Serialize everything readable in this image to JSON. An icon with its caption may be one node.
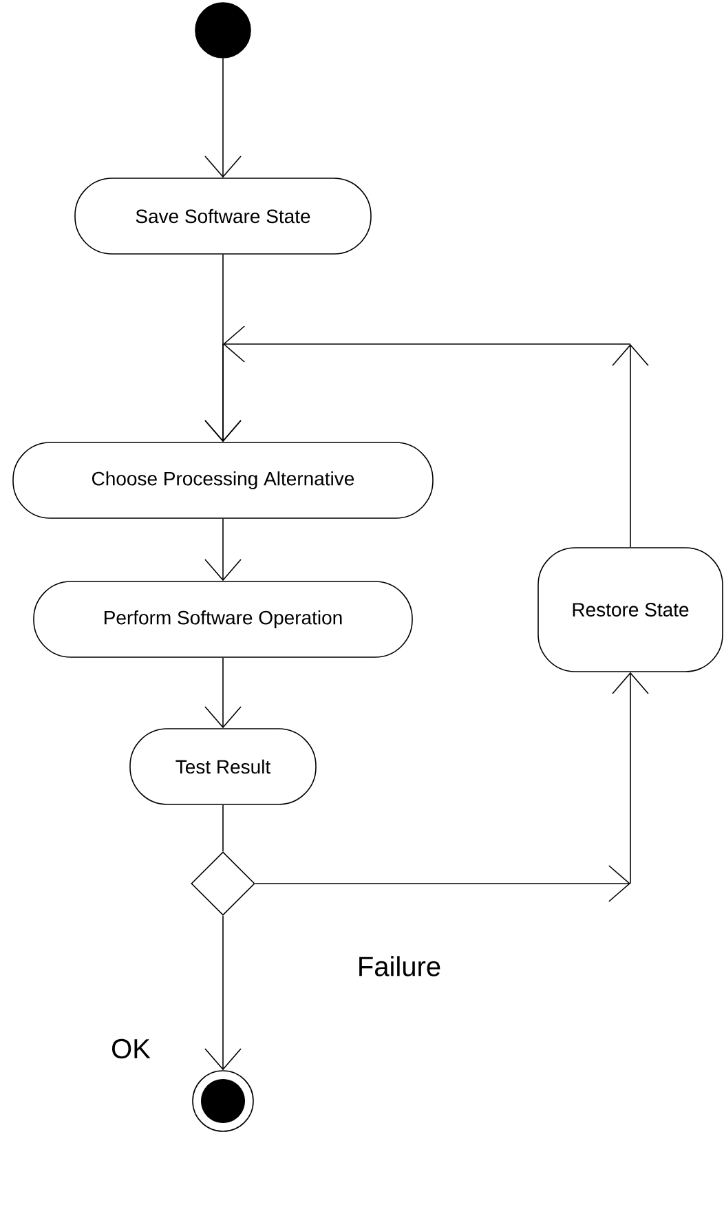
{
  "diagram": {
    "nodes": [
      {
        "text": [],
        "shape": "circle"
      },
      {
        "text": [
          "Save Software State"
        ]
      },
      {
        "text": [
          "Choose Processing Alternative"
        ]
      },
      {
        "text": [
          "Perform Software Operation"
        ]
      },
      {
        "text": [
          "Test Result"
        ]
      },
      {
        "text": [],
        "shape": "diamond"
      },
      {
        "text": [],
        "shape": "bullseye"
      },
      {
        "text": [
          "Restore State"
        ]
      }
    ],
    "edges": [
      {
        "from": 0,
        "to": 1,
        "arrow": "to"
      },
      {
        "from": 1,
        "to": 2,
        "arrow": "to"
      },
      {
        "from": 2,
        "to": 3,
        "arrow": "to"
      },
      {
        "from": 3,
        "to": 4,
        "arrow": "to"
      },
      {
        "from": 4,
        "to": 5,
        "arrow": "none"
      },
      {
        "from": 5,
        "to": 6,
        "arrow": "to",
        "label": "OK"
      },
      {
        "from": 5,
        "to": 7,
        "arrow": "to",
        "label": "Failure"
      },
      {
        "from": 7,
        "to": 2,
        "arrow": "to"
      }
    ]
  }
}
